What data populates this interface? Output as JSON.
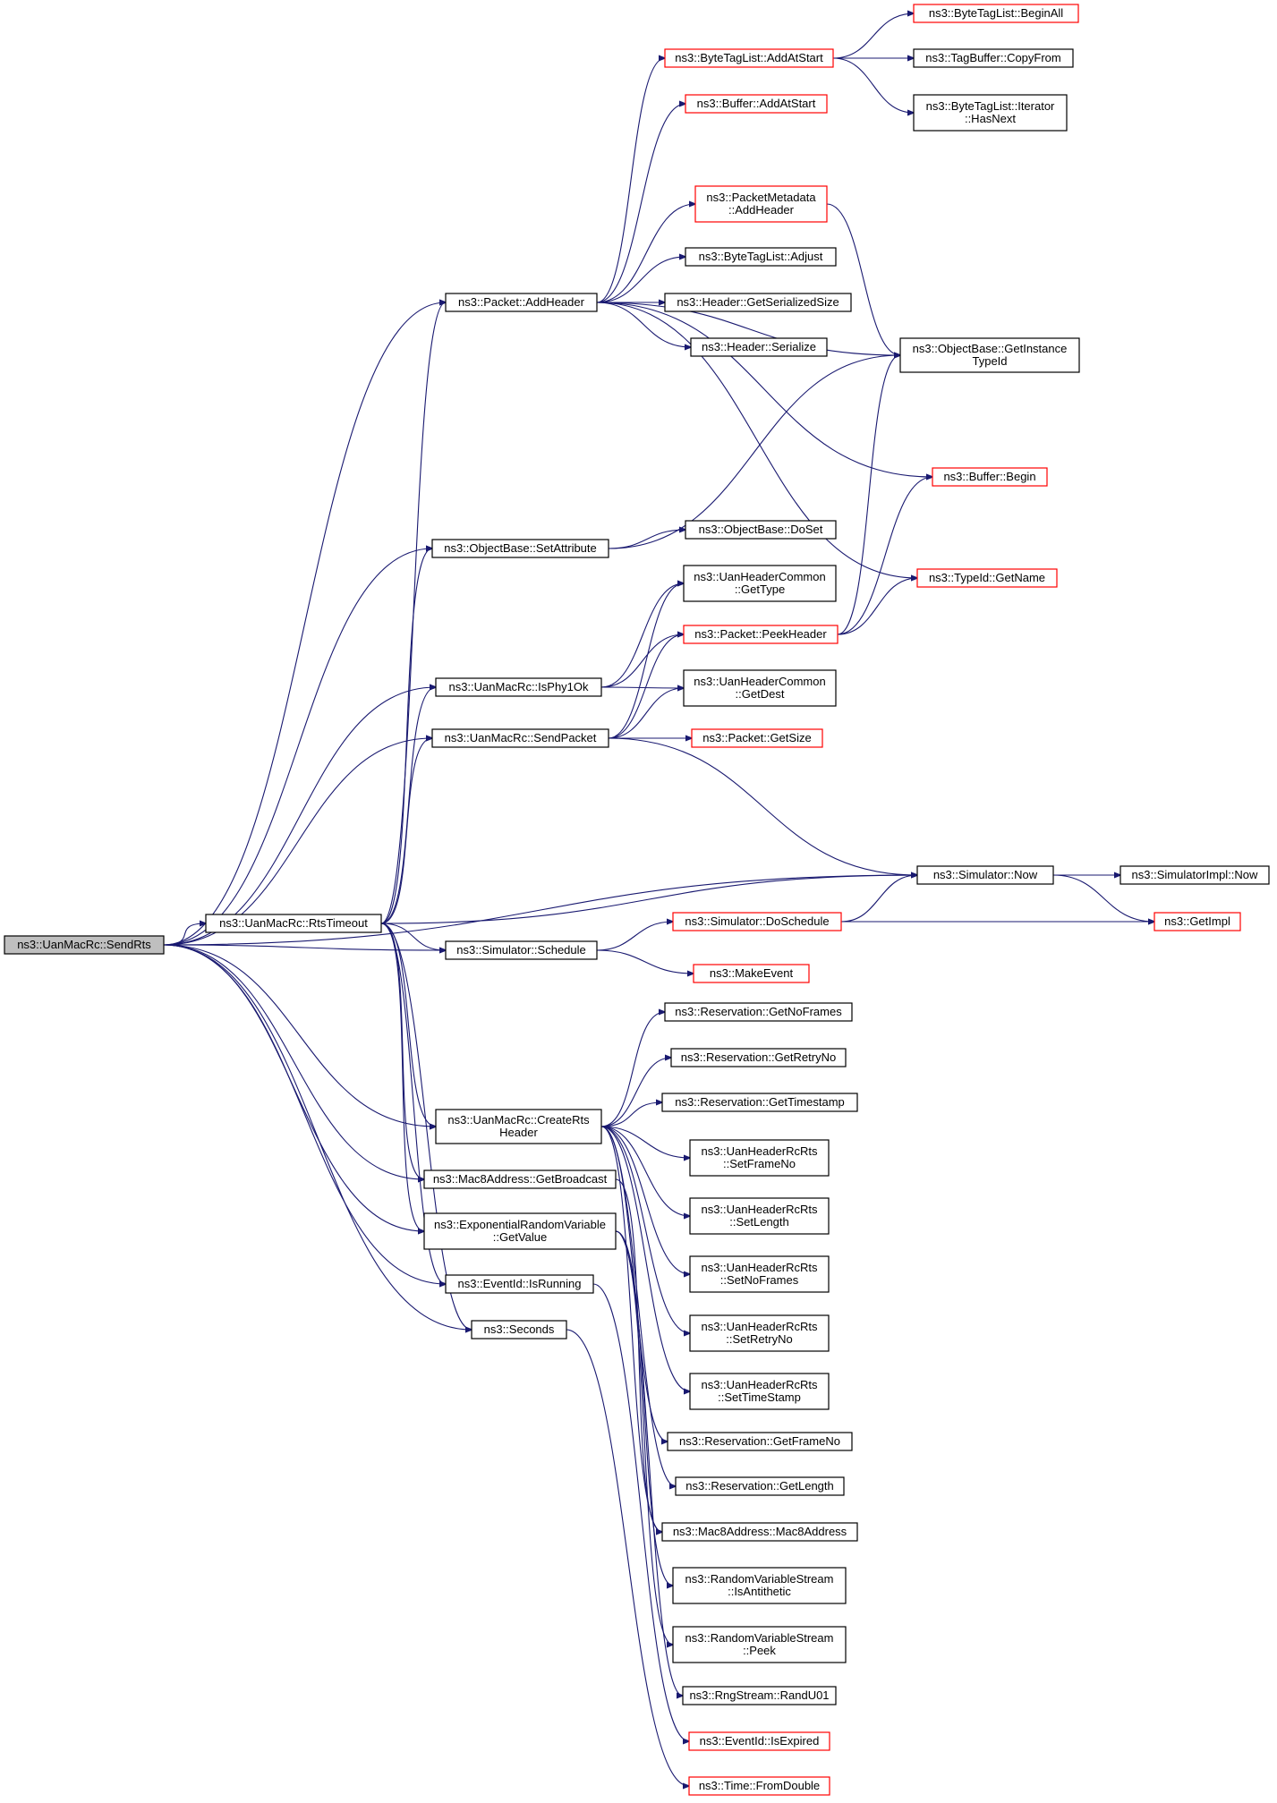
{
  "nodes": {
    "sendrts": {
      "lines": [
        "ns3::UanMacRc::SendRts"
      ],
      "style": "root"
    },
    "rtstimeout": {
      "lines": [
        "ns3::UanMacRc::RtsTimeout"
      ],
      "style": "black"
    },
    "addheader": {
      "lines": [
        "ns3::Packet::AddHeader"
      ],
      "style": "black"
    },
    "bt_addatstart": {
      "lines": [
        "ns3::ByteTagList::AddAtStart"
      ],
      "style": "red"
    },
    "bt_beginall": {
      "lines": [
        "ns3::ByteTagList::BeginAll"
      ],
      "style": "red"
    },
    "tagbuffer_copyfrom": {
      "lines": [
        "ns3::TagBuffer::CopyFrom"
      ],
      "style": "black"
    },
    "bt_iter_hasnext": {
      "lines": [
        "ns3::ByteTagList::Iterator",
        "::HasNext"
      ],
      "style": "black"
    },
    "buffer_addatstart": {
      "lines": [
        "ns3::Buffer::AddAtStart"
      ],
      "style": "red"
    },
    "pm_addheader": {
      "lines": [
        "ns3::PacketMetadata",
        "::AddHeader"
      ],
      "style": "red"
    },
    "bt_adjust": {
      "lines": [
        "ns3::ByteTagList::Adjust"
      ],
      "style": "black"
    },
    "hdr_getsize": {
      "lines": [
        "ns3::Header::GetSerializedSize"
      ],
      "style": "black"
    },
    "hdr_serialize": {
      "lines": [
        "ns3::Header::Serialize"
      ],
      "style": "black"
    },
    "ob_getinstancetypeid": {
      "lines": [
        "ns3::ObjectBase::GetInstance",
        "TypeId"
      ],
      "style": "black"
    },
    "buffer_begin": {
      "lines": [
        "ns3::Buffer::Begin"
      ],
      "style": "red"
    },
    "ob_setattribute": {
      "lines": [
        "ns3::ObjectBase::SetAttribute"
      ],
      "style": "black"
    },
    "ob_doset": {
      "lines": [
        "ns3::ObjectBase::DoSet"
      ],
      "style": "black"
    },
    "uhc_gettype": {
      "lines": [
        "ns3::UanHeaderCommon",
        "::GetType"
      ],
      "style": "black"
    },
    "typeid_getname": {
      "lines": [
        "ns3::TypeId::GetName"
      ],
      "style": "red"
    },
    "packet_peekheader": {
      "lines": [
        "ns3::Packet::PeekHeader"
      ],
      "style": "red"
    },
    "isphy1ok": {
      "lines": [
        "ns3::UanMacRc::IsPhy1Ok"
      ],
      "style": "black"
    },
    "uhc_getdest": {
      "lines": [
        "ns3::UanHeaderCommon",
        "::GetDest"
      ],
      "style": "black"
    },
    "sendpacket": {
      "lines": [
        "ns3::UanMacRc::SendPacket"
      ],
      "style": "black"
    },
    "packet_getsize": {
      "lines": [
        "ns3::Packet::GetSize"
      ],
      "style": "red"
    },
    "sim_now": {
      "lines": [
        "ns3::Simulator::Now"
      ],
      "style": "black"
    },
    "simimpl_now": {
      "lines": [
        "ns3::SimulatorImpl::Now"
      ],
      "style": "black"
    },
    "sim_doschedule": {
      "lines": [
        "ns3::Simulator::DoSchedule"
      ],
      "style": "red"
    },
    "getimpl": {
      "lines": [
        "ns3::GetImpl"
      ],
      "style": "red"
    },
    "sim_schedule": {
      "lines": [
        "ns3::Simulator::Schedule"
      ],
      "style": "black"
    },
    "makeevent": {
      "lines": [
        "ns3::MakeEvent"
      ],
      "style": "red"
    },
    "res_getnoframes": {
      "lines": [
        "ns3::Reservation::GetNoFrames"
      ],
      "style": "black"
    },
    "res_getretryno": {
      "lines": [
        "ns3::Reservation::GetRetryNo"
      ],
      "style": "black"
    },
    "res_gettimestamp": {
      "lines": [
        "ns3::Reservation::GetTimestamp"
      ],
      "style": "black"
    },
    "createrts": {
      "lines": [
        "ns3::UanMacRc::CreateRts",
        "Header"
      ],
      "style": "black"
    },
    "uhrr_setframeno": {
      "lines": [
        "ns3::UanHeaderRcRts",
        "::SetFrameNo"
      ],
      "style": "black"
    },
    "mac8_getbroadcast": {
      "lines": [
        "ns3::Mac8Address::GetBroadcast"
      ],
      "style": "black"
    },
    "uhrr_setlength": {
      "lines": [
        "ns3::UanHeaderRcRts",
        "::SetLength"
      ],
      "style": "black"
    },
    "erv_getvalue": {
      "lines": [
        "ns3::ExponentialRandomVariable",
        "::GetValue"
      ],
      "style": "black"
    },
    "uhrr_setnoframes": {
      "lines": [
        "ns3::UanHeaderRcRts",
        "::SetNoFrames"
      ],
      "style": "black"
    },
    "eventid_isrunning": {
      "lines": [
        "ns3::EventId::IsRunning"
      ],
      "style": "black"
    },
    "uhrr_setretryno": {
      "lines": [
        "ns3::UanHeaderRcRts",
        "::SetRetryNo"
      ],
      "style": "black"
    },
    "seconds": {
      "lines": [
        "ns3::Seconds"
      ],
      "style": "black"
    },
    "uhrr_settimestamp": {
      "lines": [
        "ns3::UanHeaderRcRts",
        "::SetTimeStamp"
      ],
      "style": "black"
    },
    "res_getframeno": {
      "lines": [
        "ns3::Reservation::GetFrameNo"
      ],
      "style": "black"
    },
    "res_getlength": {
      "lines": [
        "ns3::Reservation::GetLength"
      ],
      "style": "black"
    },
    "mac8_ctor": {
      "lines": [
        "ns3::Mac8Address::Mac8Address"
      ],
      "style": "black"
    },
    "rvs_isantithetic": {
      "lines": [
        "ns3::RandomVariableStream",
        "::IsAntithetic"
      ],
      "style": "black"
    },
    "rvs_peek": {
      "lines": [
        "ns3::RandomVariableStream",
        "::Peek"
      ],
      "style": "black"
    },
    "rng_randu01": {
      "lines": [
        "ns3::RngStream::RandU01"
      ],
      "style": "black"
    },
    "eventid_isexpired": {
      "lines": [
        "ns3::EventId::IsExpired"
      ],
      "style": "red"
    },
    "time_fromdouble": {
      "lines": [
        "ns3::Time::FromDouble"
      ],
      "style": "red"
    }
  },
  "edges": [
    [
      "sendrts",
      "addheader"
    ],
    [
      "sendrts",
      "ob_setattribute"
    ],
    [
      "sendrts",
      "isphy1ok"
    ],
    [
      "sendrts",
      "sendpacket"
    ],
    [
      "sendrts",
      "sim_now"
    ],
    [
      "sendrts",
      "rtstimeout"
    ],
    [
      "sendrts",
      "sim_schedule"
    ],
    [
      "sendrts",
      "createrts"
    ],
    [
      "sendrts",
      "mac8_getbroadcast"
    ],
    [
      "sendrts",
      "erv_getvalue"
    ],
    [
      "sendrts",
      "eventid_isrunning"
    ],
    [
      "sendrts",
      "seconds"
    ],
    [
      "rtstimeout",
      "addheader"
    ],
    [
      "rtstimeout",
      "ob_setattribute"
    ],
    [
      "rtstimeout",
      "isphy1ok"
    ],
    [
      "rtstimeout",
      "sendpacket"
    ],
    [
      "rtstimeout",
      "sim_now"
    ],
    [
      "rtstimeout",
      "sim_schedule"
    ],
    [
      "rtstimeout",
      "createrts"
    ],
    [
      "rtstimeout",
      "mac8_getbroadcast"
    ],
    [
      "rtstimeout",
      "erv_getvalue"
    ],
    [
      "rtstimeout",
      "eventid_isrunning"
    ],
    [
      "rtstimeout",
      "seconds"
    ],
    [
      "addheader",
      "bt_addatstart"
    ],
    [
      "addheader",
      "buffer_addatstart"
    ],
    [
      "addheader",
      "pm_addheader"
    ],
    [
      "addheader",
      "bt_adjust"
    ],
    [
      "addheader",
      "hdr_getsize"
    ],
    [
      "addheader",
      "hdr_serialize"
    ],
    [
      "addheader",
      "ob_getinstancetypeid"
    ],
    [
      "addheader",
      "buffer_begin"
    ],
    [
      "addheader",
      "typeid_getname"
    ],
    [
      "bt_addatstart",
      "bt_beginall"
    ],
    [
      "bt_addatstart",
      "tagbuffer_copyfrom"
    ],
    [
      "bt_addatstart",
      "bt_iter_hasnext"
    ],
    [
      "pm_addheader",
      "ob_getinstancetypeid"
    ],
    [
      "ob_setattribute",
      "ob_getinstancetypeid"
    ],
    [
      "ob_setattribute",
      "ob_doset"
    ],
    [
      "isphy1ok",
      "uhc_gettype"
    ],
    [
      "isphy1ok",
      "packet_peekheader"
    ],
    [
      "isphy1ok",
      "uhc_getdest"
    ],
    [
      "sendpacket",
      "uhc_gettype"
    ],
    [
      "sendpacket",
      "packet_peekheader"
    ],
    [
      "sendpacket",
      "uhc_getdest"
    ],
    [
      "sendpacket",
      "packet_getsize"
    ],
    [
      "sendpacket",
      "sim_now"
    ],
    [
      "packet_peekheader",
      "ob_getinstancetypeid"
    ],
    [
      "packet_peekheader",
      "buffer_begin"
    ],
    [
      "packet_peekheader",
      "typeid_getname"
    ],
    [
      "sim_now",
      "simimpl_now"
    ],
    [
      "sim_now",
      "getimpl"
    ],
    [
      "sim_schedule",
      "sim_doschedule"
    ],
    [
      "sim_schedule",
      "makeevent"
    ],
    [
      "sim_doschedule",
      "sim_now"
    ],
    [
      "sim_doschedule",
      "getimpl"
    ],
    [
      "createrts",
      "res_getnoframes"
    ],
    [
      "createrts",
      "res_getretryno"
    ],
    [
      "createrts",
      "res_gettimestamp"
    ],
    [
      "createrts",
      "uhrr_setframeno"
    ],
    [
      "createrts",
      "uhrr_setlength"
    ],
    [
      "createrts",
      "uhrr_setnoframes"
    ],
    [
      "createrts",
      "uhrr_setretryno"
    ],
    [
      "createrts",
      "uhrr_settimestamp"
    ],
    [
      "createrts",
      "res_getframeno"
    ],
    [
      "createrts",
      "res_getlength"
    ],
    [
      "createrts",
      "mac8_ctor"
    ],
    [
      "mac8_getbroadcast",
      "mac8_ctor"
    ],
    [
      "erv_getvalue",
      "rvs_isantithetic"
    ],
    [
      "erv_getvalue",
      "rvs_peek"
    ],
    [
      "erv_getvalue",
      "rng_randu01"
    ],
    [
      "eventid_isrunning",
      "eventid_isexpired"
    ],
    [
      "seconds",
      "time_fromdouble"
    ]
  ],
  "colors": {
    "edge": "#191970",
    "box_border": "#000000",
    "box_border_incomplete": "#ff0000",
    "root_fill": "#bfbfbf"
  }
}
